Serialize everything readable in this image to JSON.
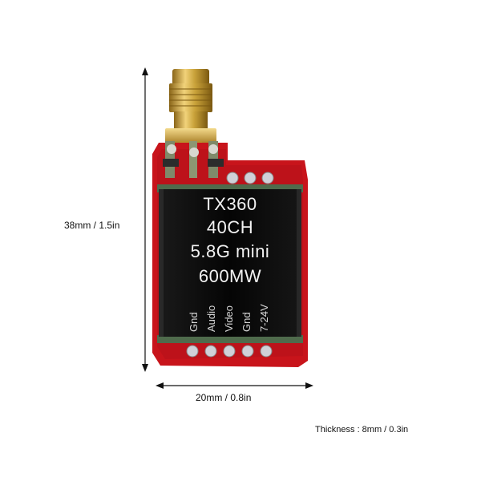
{
  "dimensions": {
    "height": "38mm / 1.5in",
    "width": "20mm / 0.8in",
    "thickness": "Thickness : 8mm / 0.3in"
  },
  "module_label": {
    "line1": "TX360",
    "line2": "40CH",
    "line3": "5.8G mini",
    "line4": "600MW"
  },
  "pin_labels": [
    "Gnd",
    "Audio",
    "Video",
    "Gnd",
    "7-24V"
  ],
  "colors": {
    "pcb": "#c8141b",
    "cover": "#0b0b0b",
    "connector": "#c9a23a",
    "background": "#ffffff"
  }
}
